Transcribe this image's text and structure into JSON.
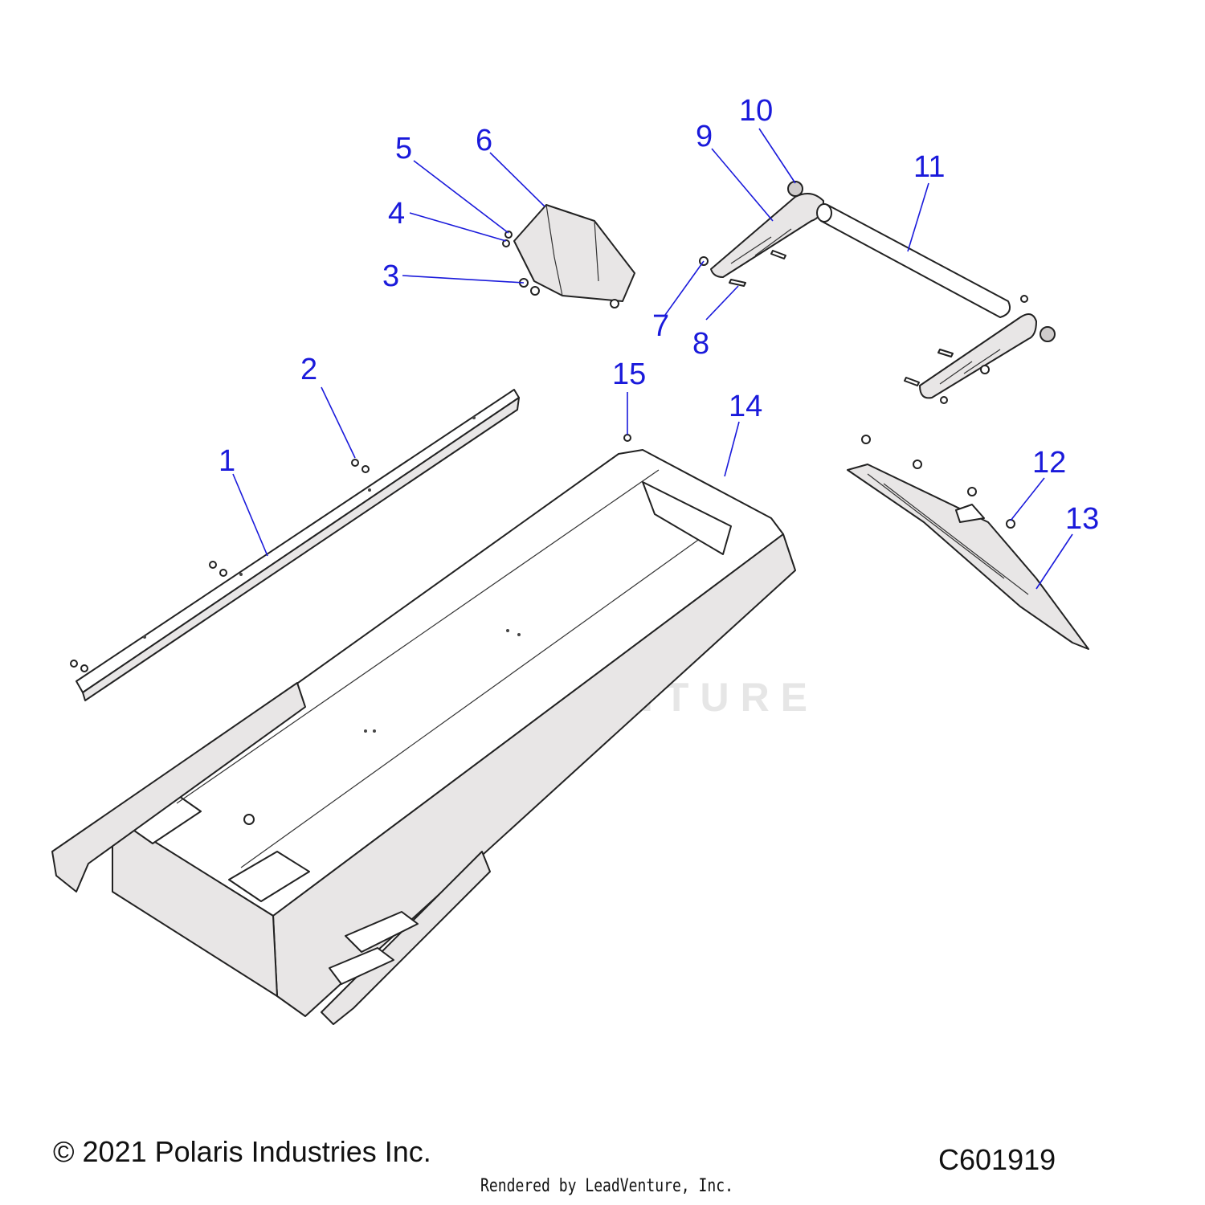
{
  "callouts": [
    {
      "label": "1"
    },
    {
      "label": "2"
    },
    {
      "label": "3"
    },
    {
      "label": "4"
    },
    {
      "label": "5"
    },
    {
      "label": "6"
    },
    {
      "label": "7"
    },
    {
      "label": "8"
    },
    {
      "label": "9"
    },
    {
      "label": "10"
    },
    {
      "label": "11"
    },
    {
      "label": "12"
    },
    {
      "label": "13"
    },
    {
      "label": "14"
    },
    {
      "label": "15"
    }
  ],
  "watermark": {
    "text": "LEADVENTURE"
  },
  "footer": {
    "copyright": "© 2021 Polaris Industries Inc.",
    "drawing_id": "C601919",
    "rendered_by": "Rendered by LeadVenture, Inc."
  },
  "colors": {
    "callout": "#1a1adb",
    "line": "#222222",
    "shade": "#e8e6e6"
  }
}
